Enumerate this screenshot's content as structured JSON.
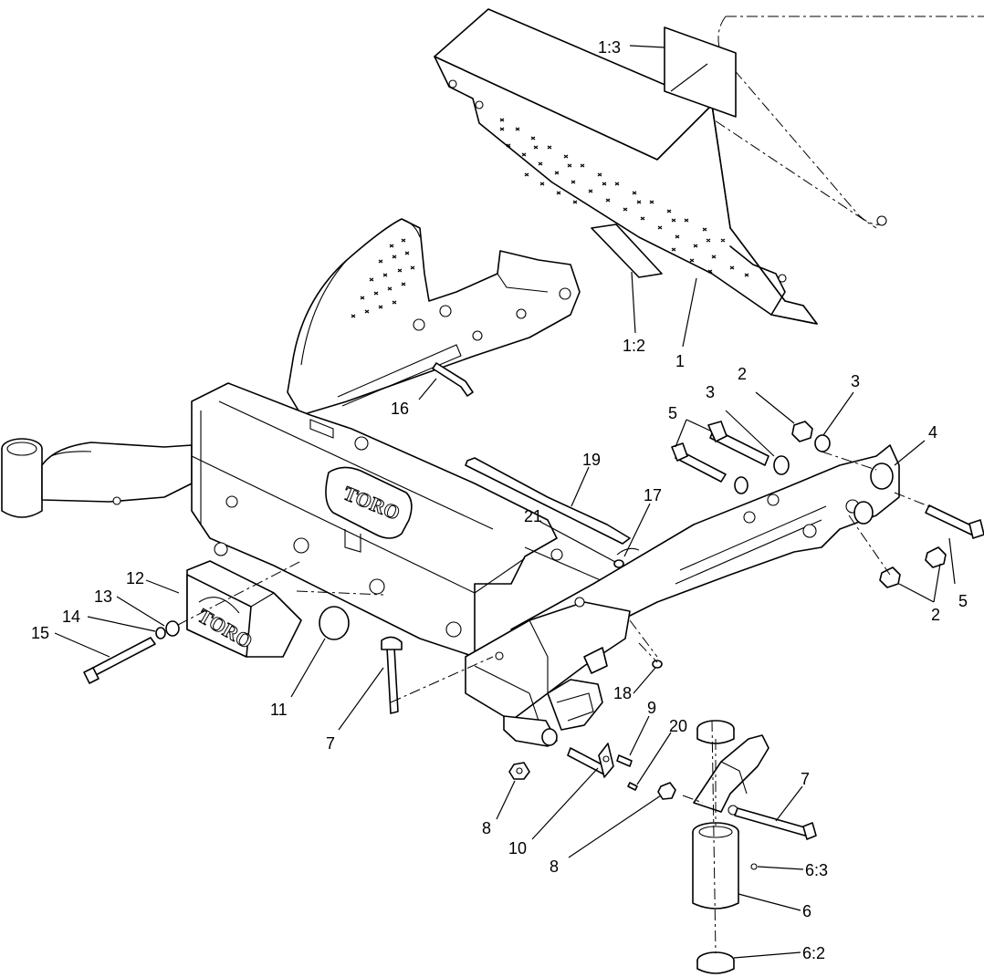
{
  "diagram": {
    "brand_mark": "TORO",
    "callouts": [
      {
        "id": "c-1-3",
        "text": "1:3"
      },
      {
        "id": "c-1-2",
        "text": "1:2"
      },
      {
        "id": "c-1",
        "text": "1"
      },
      {
        "id": "c-16",
        "text": "16"
      },
      {
        "id": "c-2a",
        "text": "2"
      },
      {
        "id": "c-3a",
        "text": "3"
      },
      {
        "id": "c-3b",
        "text": "3"
      },
      {
        "id": "c-4",
        "text": "4"
      },
      {
        "id": "c-5a",
        "text": "5"
      },
      {
        "id": "c-5b",
        "text": "5"
      },
      {
        "id": "c-2b",
        "text": "2"
      },
      {
        "id": "c-19",
        "text": "19"
      },
      {
        "id": "c-17",
        "text": "17"
      },
      {
        "id": "c-21",
        "text": "21"
      },
      {
        "id": "c-12",
        "text": "12"
      },
      {
        "id": "c-13",
        "text": "13"
      },
      {
        "id": "c-14",
        "text": "14"
      },
      {
        "id": "c-15",
        "text": "15"
      },
      {
        "id": "c-11",
        "text": "11"
      },
      {
        "id": "c-7a",
        "text": "7"
      },
      {
        "id": "c-18",
        "text": "18"
      },
      {
        "id": "c-9",
        "text": "9"
      },
      {
        "id": "c-20",
        "text": "20"
      },
      {
        "id": "c-8a",
        "text": "8"
      },
      {
        "id": "c-10",
        "text": "10"
      },
      {
        "id": "c-8b",
        "text": "8"
      },
      {
        "id": "c-7b",
        "text": "7"
      },
      {
        "id": "c-6-3",
        "text": "6:3"
      },
      {
        "id": "c-6",
        "text": "6"
      },
      {
        "id": "c-6-2",
        "text": "6:2"
      }
    ]
  }
}
